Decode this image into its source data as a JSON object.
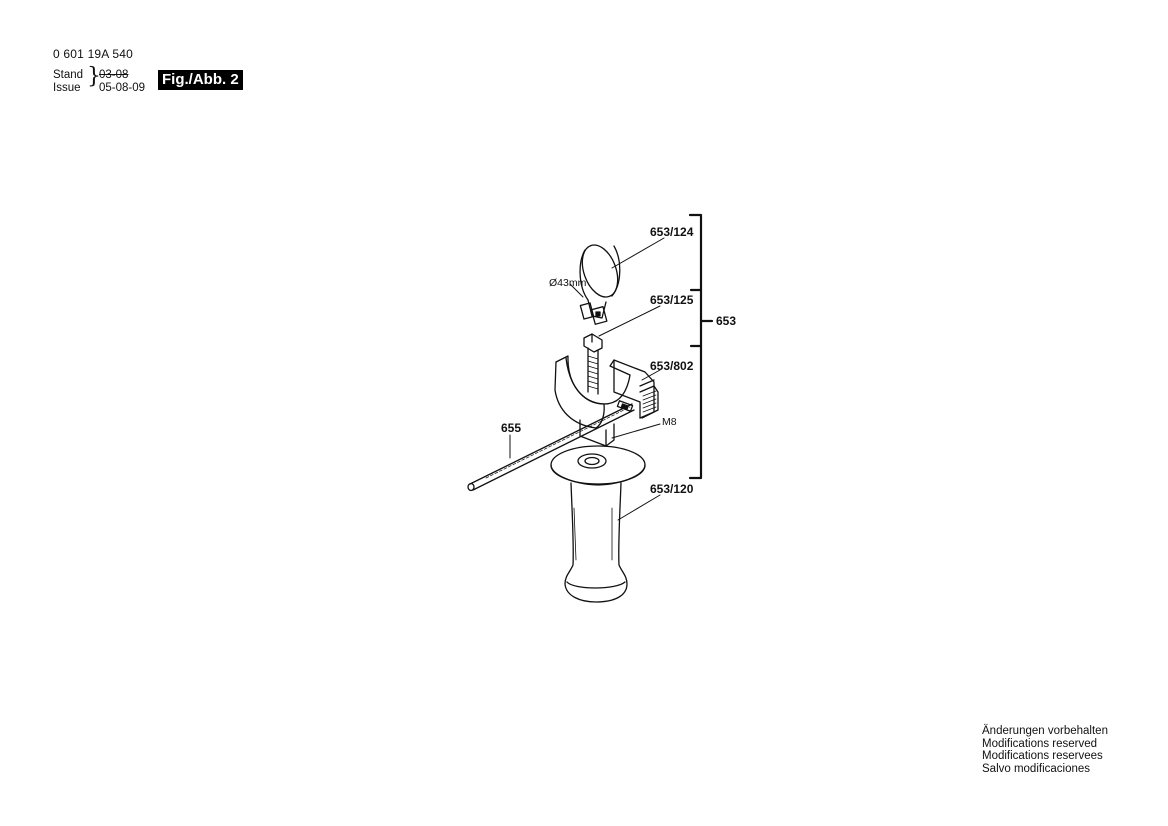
{
  "header": {
    "doc_number": "0 601 19A 540",
    "stand_label": "Stand",
    "issue_label": "Issue",
    "stand_date": "03-08",
    "issue_date": "05-08-09",
    "figure": "Fig./Abb. 2"
  },
  "parts": {
    "p653_124": "653/124",
    "p653_125": "653/125",
    "p653": "653",
    "p653_802": "653/802",
    "p655": "655",
    "p653_120": "653/120",
    "diameter_note": "Ø43mm",
    "thread_note": "M8"
  },
  "notes": [
    "Änderungen vorbehalten",
    "Modifications reserved",
    "Modifications reservees",
    "Salvo modificaciones"
  ]
}
